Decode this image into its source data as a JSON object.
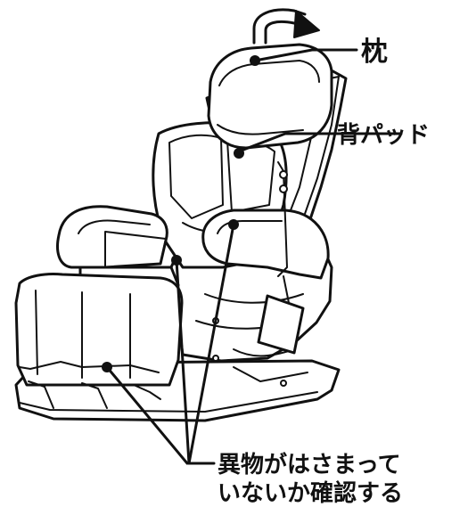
{
  "labels": {
    "pillow": "枕",
    "back_pad": "背パッド",
    "check_line1": "異物がはさまって",
    "check_line2": "いないか確認する"
  },
  "colors": {
    "line": "#111111",
    "background": "#ffffff",
    "dot": "#111111"
  },
  "icons": {
    "rotate_arrow": "curved-arrow-icon"
  }
}
